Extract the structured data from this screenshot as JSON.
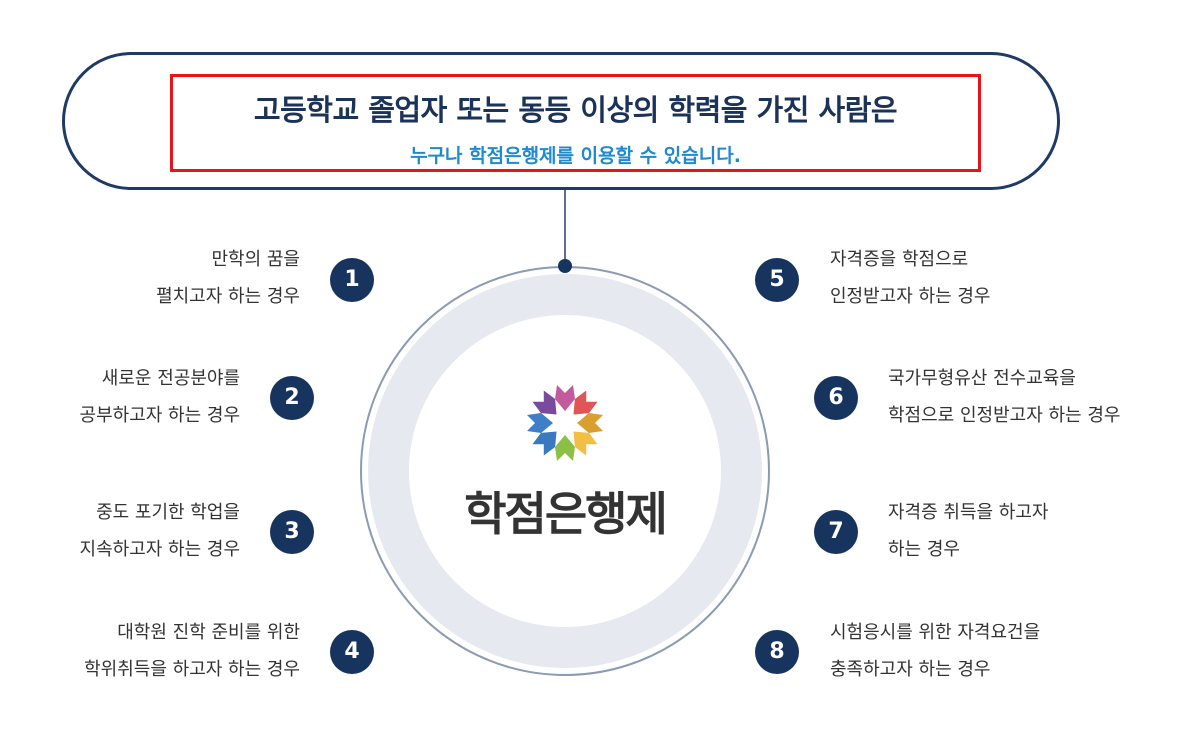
{
  "header": {
    "title": "고등학교 졸업자 또는 동등 이상의 학력을 가진 사람은",
    "subtitle": "누구나 학점은행제를 이용할 수 있습니다."
  },
  "center": {
    "brand": "학점은행제",
    "logo": "flower-logo-icon"
  },
  "colors": {
    "navy": "#17345f",
    "accent": "#1f8ad0",
    "highlight": "#e8141c"
  },
  "cases": [
    {
      "num": "1",
      "lines": [
        "만학의 꿈을",
        "펼치고자 하는 경우"
      ]
    },
    {
      "num": "2",
      "lines": [
        "새로운 전공분야를",
        "공부하고자 하는 경우"
      ]
    },
    {
      "num": "3",
      "lines": [
        "중도 포기한 학업을",
        "지속하고자 하는 경우"
      ]
    },
    {
      "num": "4",
      "lines": [
        "대학원 진학 준비를 위한",
        "학위취득을 하고자 하는 경우"
      ]
    },
    {
      "num": "5",
      "lines": [
        "자격증을 학점으로",
        "인정받고자 하는 경우"
      ]
    },
    {
      "num": "6",
      "lines": [
        "국가무형유산 전수교육을",
        "학점으로 인정받고자 하는 경우"
      ]
    },
    {
      "num": "7",
      "lines": [
        "자격증 취득을 하고자",
        "하는 경우"
      ]
    },
    {
      "num": "8",
      "lines": [
        "시험응시를 위한 자격요건을",
        "충족하고자 하는 경우"
      ]
    }
  ]
}
